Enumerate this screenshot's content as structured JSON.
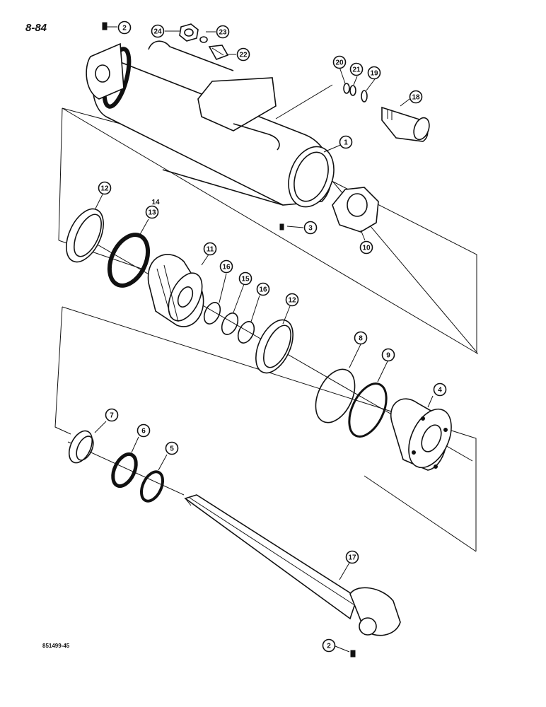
{
  "page_number": "8-84",
  "figure_id": "851499-45",
  "callouts": {
    "c1": "1",
    "c2a": "2",
    "c2b": "2",
    "c3": "3",
    "c4": "4",
    "c5": "5",
    "c6": "6",
    "c7": "7",
    "c8": "8",
    "c9": "9",
    "c10": "10",
    "c11": "11",
    "c12a": "12",
    "c12b": "12",
    "c13": "13",
    "c14": "14",
    "c15": "15",
    "c16a": "16",
    "c16b": "16",
    "c17": "17",
    "c18": "18",
    "c19": "19",
    "c20": "20",
    "c21": "21",
    "c22": "22",
    "c23": "23",
    "c24": "24"
  }
}
